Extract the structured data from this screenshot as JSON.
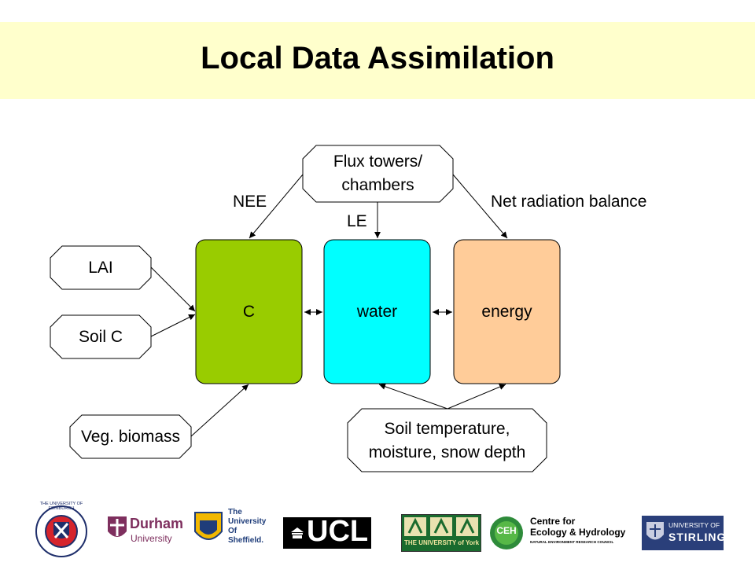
{
  "title": "Local Data Assimilation",
  "colors": {
    "banner": "#ffffcc",
    "carbon_box": "#99cc00",
    "water_box": "#00ffff",
    "energy_box": "#ffcc99",
    "stroke": "#000000"
  },
  "nodes": {
    "flux": "Flux towers/\nchambers",
    "lai": "LAI",
    "soil_c": "Soil C",
    "veg_biomass": "Veg. biomass",
    "soil_temp": "Soil temperature,\nmoisture, snow depth",
    "carbon": "C",
    "water": "water",
    "energy": "energy"
  },
  "edge_labels": {
    "nee": "NEE",
    "le": "LE",
    "net_radiation": "Net radiation balance"
  },
  "logos": {
    "edinburgh": "THE UNIVERSITY OF EDINBURGH",
    "durham_name": "Durham",
    "durham_sub": "University",
    "sheffield": "The\nUniversity\nOf\nSheffield.",
    "ucl": "UCL",
    "york": "THE UNIVERSITY of York",
    "ceh_badge": "CEH",
    "ceh_name": "Centre for\nEcology & Hydrology",
    "ceh_sub": "NATURAL ENVIRONMENT RESEARCH COUNCIL",
    "stirling_top": "UNIVERSITY OF",
    "stirling_name": "STIRLING"
  }
}
